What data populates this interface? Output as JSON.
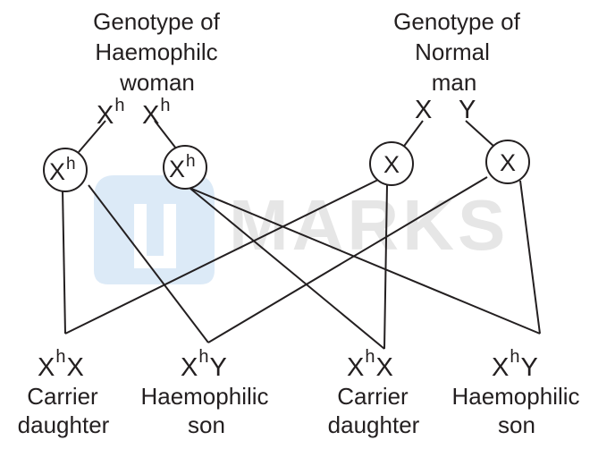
{
  "watermark": {
    "text": "MARKS",
    "logo_color": "#dceaf7",
    "text_color": "#e6e6e6"
  },
  "line_color": "#231f20",
  "parents": {
    "mother": {
      "label_lines": [
        "Genotype of",
        "Haemophilc",
        "woman"
      ],
      "gamete_a": {
        "base": "X",
        "sup": "h"
      },
      "gamete_b": {
        "base": "X",
        "sup": "h"
      }
    },
    "father": {
      "label_lines": [
        "Genotype of",
        "Normal",
        "man"
      ],
      "gamete_a": "X",
      "gamete_b": "Y"
    }
  },
  "gametes": [
    {
      "base": "X",
      "sup": "h"
    },
    {
      "base": "X",
      "sup": "h"
    },
    {
      "base": "X",
      "sup": ""
    },
    {
      "base": "X",
      "sup": ""
    }
  ],
  "offspring": [
    {
      "genotype_base": "X",
      "genotype_sup": "h",
      "genotype_suffix": "X",
      "desc_lines": [
        "Carrier",
        "daughter"
      ]
    },
    {
      "genotype_base": "X",
      "genotype_sup": "h",
      "genotype_suffix": "Y",
      "desc_lines": [
        "Haemophilic",
        "son"
      ]
    },
    {
      "genotype_base": "X",
      "genotype_sup": "h",
      "genotype_suffix": "X",
      "desc_lines": [
        "Carrier",
        "daughter"
      ]
    },
    {
      "genotype_base": "X",
      "genotype_sup": "h",
      "genotype_suffix": "Y",
      "desc_lines": [
        "Haemophilic",
        "son"
      ]
    }
  ]
}
